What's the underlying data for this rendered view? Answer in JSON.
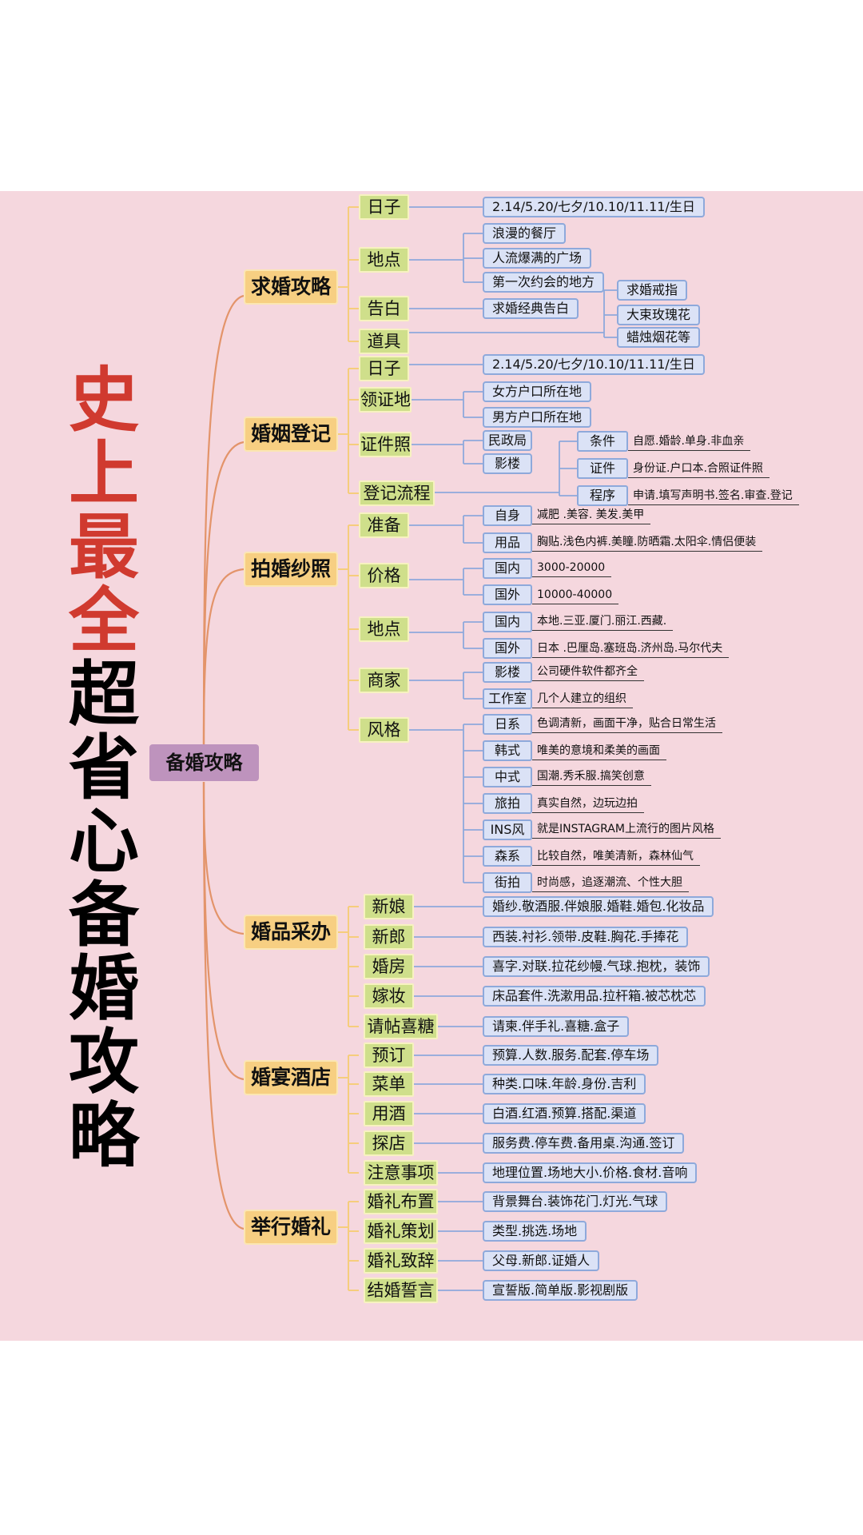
{
  "title": {
    "chars": [
      "史",
      "上",
      "最",
      "全",
      "超",
      "省",
      "心",
      "备",
      "婚",
      "攻",
      "略"
    ],
    "red_count": 4,
    "red_color": "#d03a2f",
    "black_color": "#000000"
  },
  "colors": {
    "background": "#f5d7de",
    "root_fill": "#be93bd",
    "level1_fill": "#f7cf82",
    "level2_fill": "#cfdf8b",
    "leaf_fill": "#dbe2f6",
    "leaf_border": "#8ea9db",
    "main_link": "#e3946a",
    "level2_link": "#f6cd7c",
    "leaf_link": "#8ea9db"
  },
  "root": {
    "label": "备婚攻略"
  },
  "branches": [
    {
      "label": "求婚攻略",
      "children": [
        {
          "label": "日子",
          "leaves": [
            "2.14/5.20/七夕/10.10/11.11/生日"
          ]
        },
        {
          "label": "地点",
          "leaves": [
            "浪漫的餐厅",
            "人流爆满的广场",
            "第一次约会的地方"
          ]
        },
        {
          "label": "告白",
          "leaves": [
            "求婚经典告白"
          ]
        },
        {
          "label": "道具",
          "leaves": [
            "求婚戒指",
            "大束玫瑰花",
            "蜡烛烟花等"
          ]
        }
      ]
    },
    {
      "label": "婚姻登记",
      "children": [
        {
          "label": "日子",
          "leaves": [
            "2.14/5.20/七夕/10.10/11.11/生日"
          ]
        },
        {
          "label": "领证地",
          "leaves": [
            "女方户口所在地",
            "男方户口所在地"
          ]
        },
        {
          "label": "证件照",
          "leaves": [
            "民政局",
            "影楼"
          ]
        },
        {
          "label": "登记流程",
          "tags": [
            {
              "tag": "条件",
              "note": "自愿.婚龄.单身.非血亲"
            },
            {
              "tag": "证件",
              "note": "身份证.户口本.合照证件照"
            },
            {
              "tag": "程序",
              "note": "申请.填写声明书.签名.审查.登记"
            }
          ]
        }
      ]
    },
    {
      "label": "拍婚纱照",
      "children": [
        {
          "label": "准备",
          "tags": [
            {
              "tag": "自身",
              "note": "减肥 .美容. 美发.美甲"
            },
            {
              "tag": "用品",
              "note": "胸贴.浅色内裤.美瞳.防晒霜.太阳伞.情侣便装"
            }
          ]
        },
        {
          "label": "价格",
          "tags": [
            {
              "tag": "国内",
              "note": "3000-20000"
            },
            {
              "tag": "国外",
              "note": "10000-40000"
            }
          ]
        },
        {
          "label": "地点",
          "tags": [
            {
              "tag": "国内",
              "note": "本地.三亚.厦门.丽江.西藏."
            },
            {
              "tag": "国外",
              "note": "日本 .巴厘岛.塞班岛.济州岛.马尔代夫"
            }
          ]
        },
        {
          "label": "商家",
          "tags": [
            {
              "tag": "影楼",
              "note": "公司硬件软件都齐全"
            },
            {
              "tag": "工作室",
              "note": "几个人建立的组织"
            }
          ]
        },
        {
          "label": "风格",
          "tags": [
            {
              "tag": "日系",
              "note": "色调清新，画面干净，贴合日常生活"
            },
            {
              "tag": "韩式",
              "note": "唯美的意境和柔美的画面"
            },
            {
              "tag": "中式",
              "note": "国潮.秀禾服.搞笑创意"
            },
            {
              "tag": "旅拍",
              "note": "真实自然，边玩边拍"
            },
            {
              "tag": "INS风",
              "note": "就是INSTAGRAM上流行的图片风格"
            },
            {
              "tag": "森系",
              "note": "比较自然，唯美清新，森林仙气"
            },
            {
              "tag": "街拍",
              "note": "时尚感，追逐潮流、个性大胆"
            }
          ]
        }
      ]
    },
    {
      "label": "婚品采办",
      "children": [
        {
          "label": "新娘",
          "leaves": [
            "婚纱.敬酒服.伴娘服.婚鞋.婚包.化妆品"
          ]
        },
        {
          "label": "新郎",
          "leaves": [
            "西装.衬衫.领带.皮鞋.胸花.手捧花"
          ]
        },
        {
          "label": "婚房",
          "leaves": [
            "喜字.对联.拉花纱幔.气球.抱枕，装饰"
          ]
        },
        {
          "label": "嫁妆",
          "leaves": [
            "床品套件.洗漱用品.拉杆箱.被芯枕芯"
          ]
        },
        {
          "label": "请帖喜糖",
          "leaves": [
            "请柬.伴手礼.喜糖.盒子"
          ]
        }
      ]
    },
    {
      "label": "婚宴酒店",
      "children": [
        {
          "label": "预订",
          "leaves": [
            "预算.人数.服务.配套.停车场"
          ]
        },
        {
          "label": "菜单",
          "leaves": [
            "种类.口味.年龄.身份.吉利"
          ]
        },
        {
          "label": "用酒",
          "leaves": [
            "白酒.红酒.预算.搭配.渠道"
          ]
        },
        {
          "label": "探店",
          "leaves": [
            "服务费.停车费.备用桌.沟通.签订"
          ]
        },
        {
          "label": "注意事项",
          "leaves": [
            "地理位置.场地大小.价格.食材.音响"
          ]
        }
      ]
    },
    {
      "label": "举行婚礼",
      "children": [
        {
          "label": "婚礼布置",
          "leaves": [
            "背景舞台.装饰花门.灯光.气球"
          ]
        },
        {
          "label": "婚礼策划",
          "leaves": [
            "类型.挑选.场地"
          ]
        },
        {
          "label": "婚礼致辞",
          "leaves": [
            "父母.新郎.证婚人"
          ]
        },
        {
          "label": "结婚誓言",
          "leaves": [
            "宣誓版.简单版.影视剧版"
          ]
        }
      ]
    }
  ]
}
